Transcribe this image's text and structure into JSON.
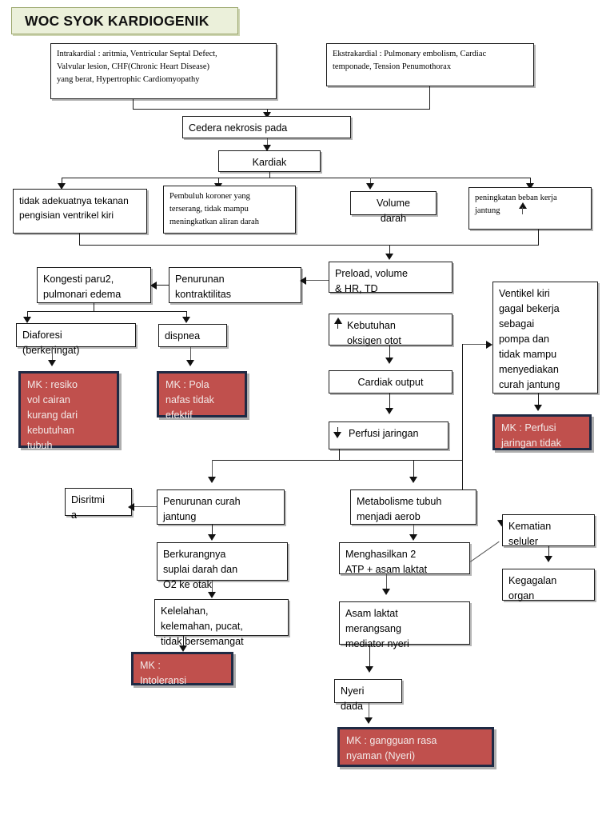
{
  "title": {
    "text": "WOC SYOK KARDIOGENIK"
  },
  "colors": {
    "banner_fill": "#EBF0DA",
    "banner_border": "#9AA66B",
    "mk_fill": "#C0504D",
    "mk_border": "#1F2A44",
    "box_border": "#1a1a1a",
    "page_background": "#FFFFFF"
  },
  "nodes": {
    "intrakardial": {
      "text": "Intrakardial : aritmia, Ventricular Septal Defect,\nValvular lesion, CHF(Chronic Heart Disease)\nyang berat, Hypertrophic Cardiomyopathy"
    },
    "ekstrakardial": {
      "text": "Ekstrakardial : Pulmonary embolism, Cardiac\ntemponade, Tension Penumothorax"
    },
    "cedera_nekrosis": {
      "text": "Cedera nekrosis pada"
    },
    "kardiak": {
      "text": "Kardiak"
    },
    "tidak_adekuat": {
      "text": "tidak adekuatnya tekanan\npengisian ventrikel kiri"
    },
    "pembuluh_koroner": {
      "text": "Pembuluh koroner yang\nterserang, tidak mampu\nmeningkatkan aliran darah"
    },
    "volume_darah": {
      "text": "Volume\ndarah"
    },
    "peningkatan_beban": {
      "text": "peningkatan beban kerja\njantung"
    },
    "kongesti_paru": {
      "text": "Kongesti paru2,\npulmonari edema"
    },
    "penurunan_kontraktilitas": {
      "text": "Penurunan\nkontraktilitas"
    },
    "preload_volume": {
      "text": "Preload, volume\n& HR, TD"
    },
    "ventikel_kiri_gagal": {
      "text": "Ventikel kiri\ngagal bekerja\nsebagai\npompa dan\ntidak mampu\nmenyediakan\ncurah jantung"
    },
    "diaforesis": {
      "text": "Diaforesi\n(berkeringat)"
    },
    "dispnea": {
      "text": "dispnea"
    },
    "kebutuhan_oksigen": {
      "text": "Kebutuhan\noksigen otot"
    },
    "cardiak_output": {
      "text": "Cardiak output"
    },
    "perfusi_jaringan": {
      "text": "Perfusi jaringan"
    },
    "disritmia": {
      "text": "Disritmi\na"
    },
    "penurunan_curah": {
      "text": "Penurunan curah\njantung"
    },
    "metabolisme_aerob": {
      "text": "Metabolisme tubuh\nmenjadi aerob"
    },
    "kematian_seluler": {
      "text": "Kematian\nseluler"
    },
    "berkurangnya_suplai": {
      "text": "Berkurangnya\nsuplai darah dan\nO2 ke otak"
    },
    "menghasilkan_atp": {
      "text": "Menghasilkan 2\nATP + asam laktat"
    },
    "kegagalan_organ": {
      "text": "Kegagalan\norgan"
    },
    "kelelahan": {
      "text": "Kelelahan,\nkelemahan, pucat,\ntidak bersemangat"
    },
    "asam_laktat": {
      "text": "Asam laktat\nmerangsang\nmediator nyeri"
    },
    "nyeri_dada": {
      "text": "Nyeri\ndada"
    }
  },
  "diagnoses": {
    "mk_resiko_volume": {
      "text": "MK : resiko\nvol cairan\nkurang dari\nkebutuhan\ntubuh"
    },
    "mk_pola_nafas": {
      "text": "MK : Pola\nnafas tidak\nefektif"
    },
    "mk_perfusi": {
      "text": "MK : Perfusi\njaringan tidak"
    },
    "mk_intoleransi": {
      "text": "MK :\nIntoleransi"
    },
    "mk_nyeri": {
      "text": "MK : gangguan rasa\nnyaman (Nyeri)"
    }
  },
  "glyphs": {
    "up_arrow": "↑",
    "down_arrow": "↓",
    "beban_jantung_arrow": "↑",
    "kebutuhan_arrow": "↑",
    "perfusi_arrow": "↓"
  }
}
